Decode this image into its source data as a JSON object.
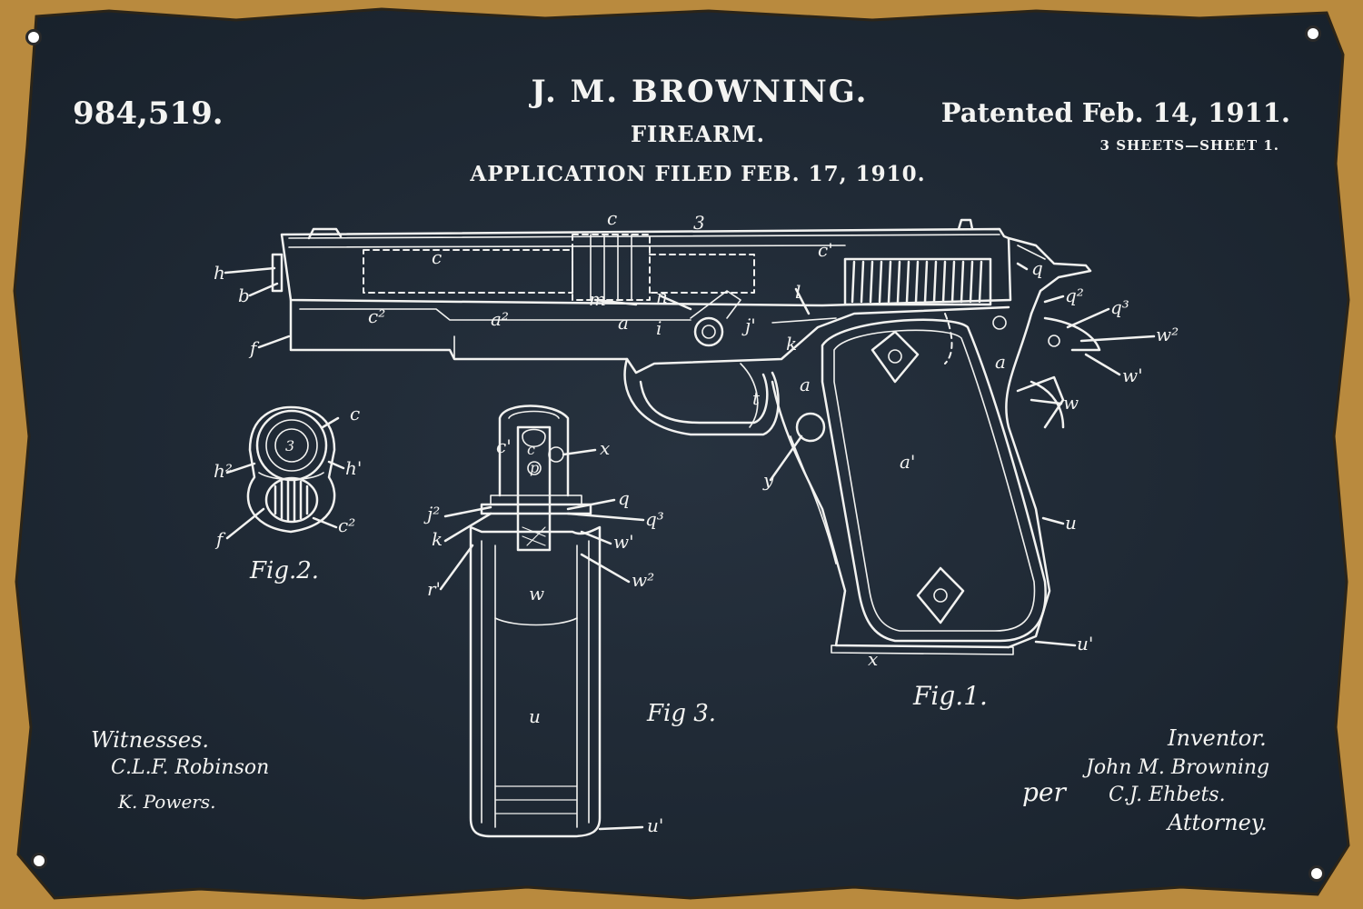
{
  "patent": {
    "number": "984,519.",
    "inventor_name": "J. M. BROWNING.",
    "subject": "FIREARM.",
    "application_filed": "APPLICATION FILED FEB. 17, 1910.",
    "patented": "Patented Feb. 14, 1911.",
    "sheets": "3 SHEETS—SHEET 1."
  },
  "figures": {
    "fig1": "Fig.1.",
    "fig2": "Fig.2.",
    "fig3": "Fig 3."
  },
  "signatures": {
    "witnesses_label": "Witnesses.",
    "witness1": "C.L.F. Robinson",
    "witness2": "K. Powers.",
    "inventor_label": "Inventor.",
    "inventor_sig": "John M. Browning",
    "per": "per",
    "attorney_sig": "C.J. Ehbets.",
    "attorney_label": "Attorney."
  },
  "colors": {
    "board": "#1f2a36",
    "rust_edge": "#b98a3e",
    "ink": "#f2f2f0"
  }
}
